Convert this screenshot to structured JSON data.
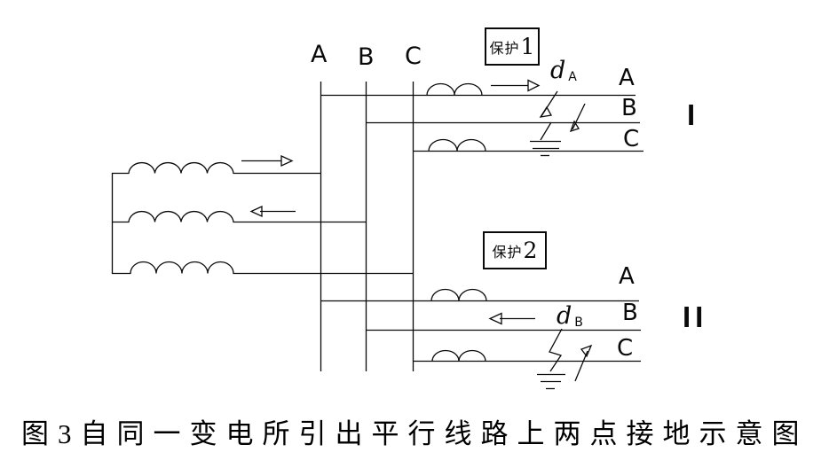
{
  "figure": {
    "caption": "图3自同一变电所引出平行线路上两点接地示意图"
  },
  "busbar": {
    "phase_a": "A",
    "phase_b": "B",
    "phase_c": "C"
  },
  "protection1": {
    "label": "保护",
    "number": "1"
  },
  "protection2": {
    "label": "保护",
    "number": "2"
  },
  "line1": {
    "numeral": "I",
    "phase_a": "A",
    "phase_b": "B",
    "phase_c": "C",
    "fault_point": "d",
    "fault_phase": "A"
  },
  "line2": {
    "numeral": "II",
    "phase_a": "A",
    "phase_b": "B",
    "phase_c": "C",
    "fault_point": "d",
    "fault_phase": "B"
  },
  "colors": {
    "ink": "#0a0a0a",
    "paper": "#ffffff"
  }
}
